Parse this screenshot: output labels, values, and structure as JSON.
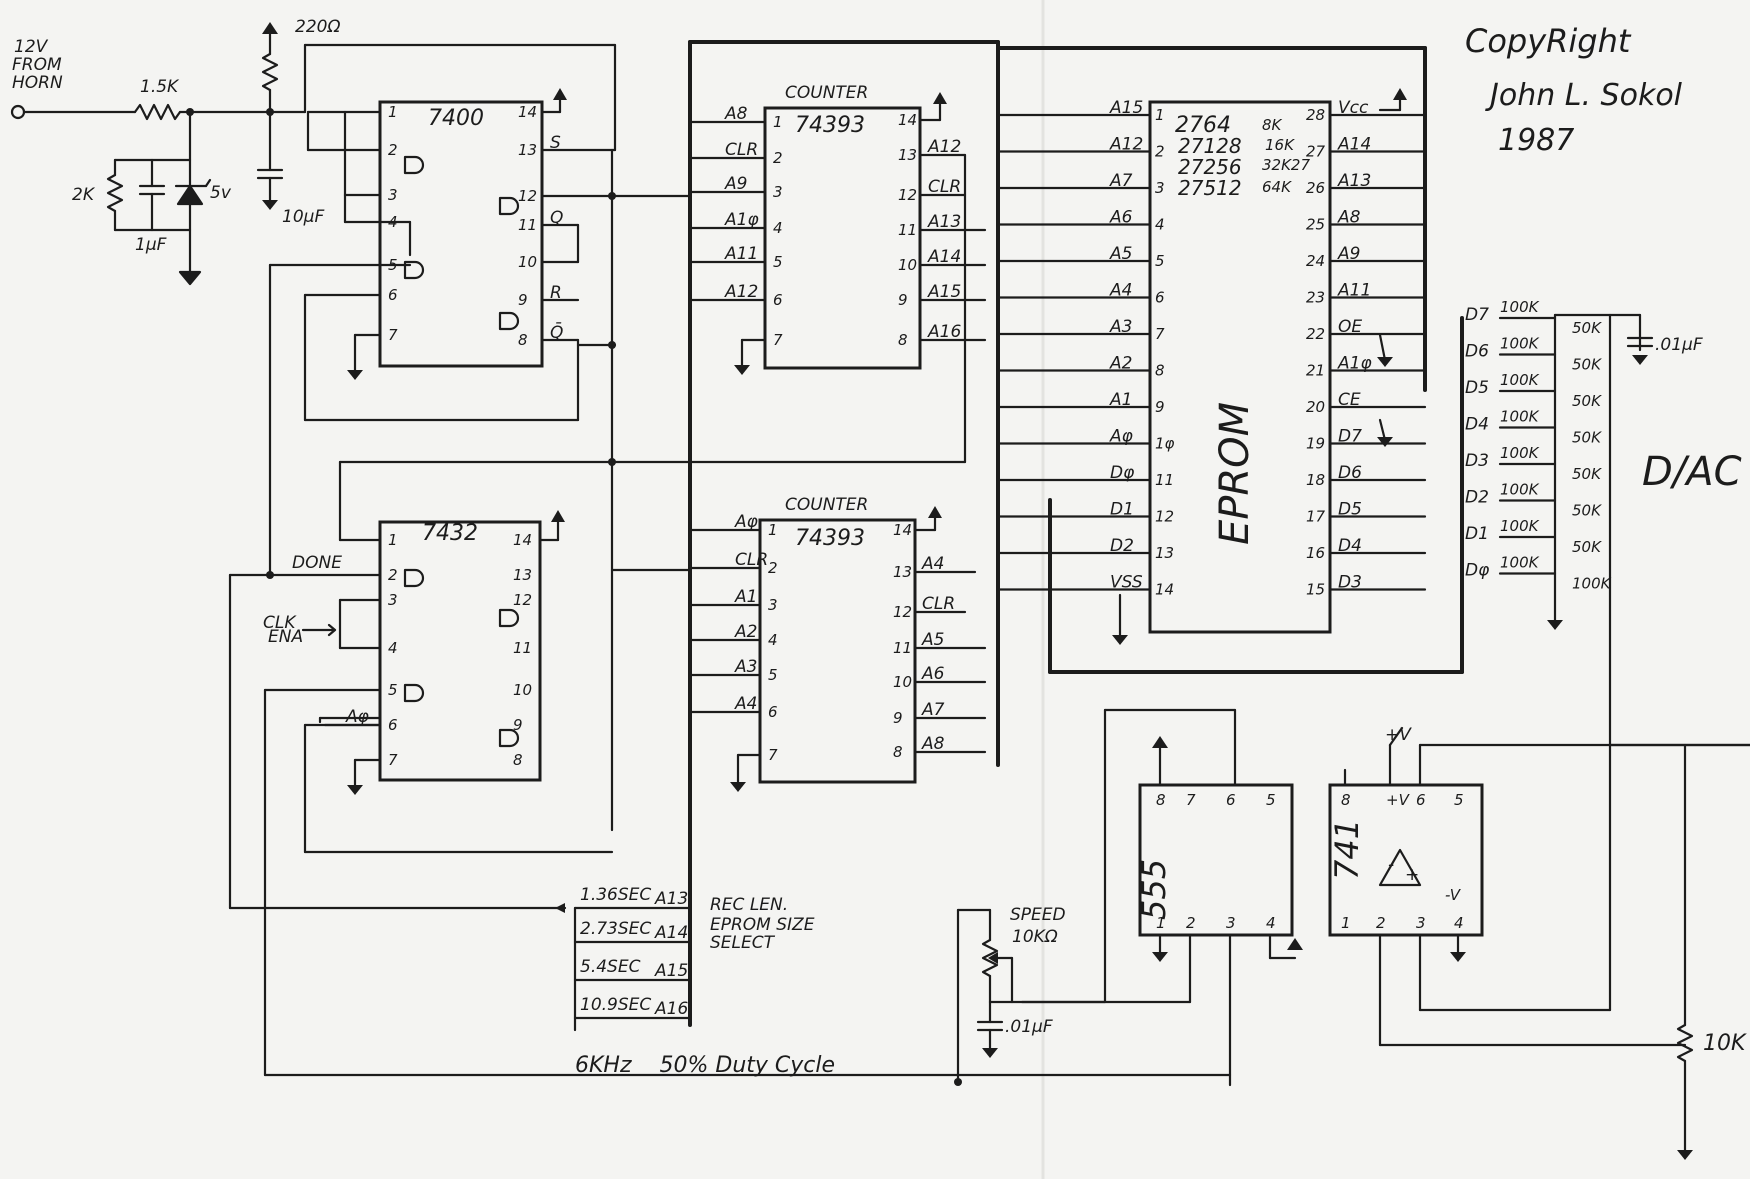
{
  "copyright": [
    "CopyRight",
    "John L. Sokol",
    "1987"
  ],
  "input": [
    "12V",
    "FROM",
    "HORN"
  ],
  "components": {
    "r15k": "1.5K",
    "r2k": "2K",
    "c1uf": "1μF",
    "zener": "5v",
    "r220": "220Ω",
    "c10uf": "10μF",
    "speed": [
      "SPEED",
      "10KΩ"
    ],
    "c01": ".01μF",
    "c01b": ".01μF",
    "r10k": "10K"
  },
  "chips": {
    "u7400": "7400",
    "u7432": "7432",
    "counter1": {
      "title": "COUNTER",
      "part": "74393"
    },
    "counter2": {
      "title": "COUNTER",
      "part": "74393"
    },
    "eprom": {
      "parts": [
        "2764",
        "27128",
        "27256",
        "27512"
      ],
      "sizes": [
        "8K",
        "16K",
        "32K27",
        "64K"
      ],
      "name": "EPROM"
    },
    "u555": "555",
    "u741": "741"
  },
  "signals": {
    "done": "DONE",
    "clk_ena": [
      "CLK",
      "ENA"
    ],
    "a0_out": "Aφ"
  },
  "pins_7400": {
    "left": [
      "1",
      "2",
      "3",
      "4",
      "5",
      "6",
      "7"
    ],
    "right": [
      "14",
      "13",
      "12",
      "11",
      "10",
      "9",
      "8"
    ],
    "right_signals": [
      "S",
      "Q",
      "R",
      "Q̄"
    ]
  },
  "pins_7432": {
    "left": [
      "1",
      "2",
      "3",
      "4",
      "5",
      "6",
      "7"
    ],
    "right": [
      "14",
      "13",
      "12",
      "11",
      "10",
      "9",
      "8"
    ]
  },
  "counter1_pins": {
    "left_nums": [
      "1",
      "2",
      "3",
      "4",
      "5",
      "6",
      "7"
    ],
    "left_sigs": [
      "A8",
      "CLR",
      "A9",
      "A1φ",
      "A11",
      "A12"
    ],
    "right_nums": [
      "14",
      "13",
      "12",
      "11",
      "10",
      "9",
      "8"
    ],
    "right_sigs": [
      "A12",
      "CLR",
      "A13",
      "A14",
      "A15",
      "A16"
    ]
  },
  "counter2_pins": {
    "left_nums": [
      "1",
      "2",
      "3",
      "4",
      "5",
      "6",
      "7"
    ],
    "left_sigs": [
      "Aφ",
      "CLR",
      "A1",
      "A2",
      "A3",
      "A4"
    ],
    "right_nums": [
      "14",
      "13",
      "12",
      "11",
      "10",
      "9",
      "8"
    ],
    "right_sigs": [
      "A4",
      "CLR",
      "A5",
      "A6",
      "A7",
      "A8"
    ]
  },
  "eprom_pins": {
    "left_sigs": [
      "A15",
      "A12",
      "A7",
      "A6",
      "A5",
      "A4",
      "A3",
      "A2",
      "A1",
      "Aφ",
      "Dφ",
      "D1",
      "D2",
      "VSS"
    ],
    "left_nums": [
      "1",
      "2",
      "3",
      "4",
      "5",
      "6",
      "7",
      "8",
      "9",
      "1φ",
      "11",
      "12",
      "13",
      "14"
    ],
    "right_nums": [
      "28",
      "27",
      "26",
      "25",
      "24",
      "23",
      "22",
      "21",
      "20",
      "19",
      "18",
      "17",
      "16",
      "15"
    ],
    "right_sigs": [
      "Vcc",
      "A14",
      "A13",
      "A8",
      "A9",
      "A11",
      "OE",
      "A1φ",
      "CE",
      "D7",
      "D6",
      "D5",
      "D4",
      "D3"
    ]
  },
  "dac": {
    "title": "D/AC",
    "data_labels": [
      "D7",
      "D6",
      "D5",
      "D4",
      "D3",
      "D2",
      "D1",
      "Dφ"
    ],
    "series_r": [
      "100K",
      "100K",
      "100K",
      "100K",
      "100K",
      "100K",
      "100K",
      "100K"
    ],
    "ladder_r": [
      "50K",
      "50K",
      "50K",
      "50K",
      "50K",
      "50K",
      "50K",
      "100K"
    ]
  },
  "pins_555": [
    "8",
    "7",
    "6",
    "5",
    "1",
    "2",
    "3",
    "4"
  ],
  "pins_741": [
    "8",
    "+V",
    "6",
    "5",
    "1",
    "2",
    "3",
    "4",
    "-V"
  ],
  "opamp_signs": [
    "-",
    "+"
  ],
  "plus_v": "+V",
  "rec_len": {
    "options": [
      "1.36SEC",
      "2.73SEC",
      "5.4SEC",
      "10.9SEC"
    ],
    "addr": [
      "A13",
      "A14",
      "A15",
      "A16"
    ],
    "label": [
      "REC LEN.",
      "EPROM SIZE",
      "SELECT"
    ]
  },
  "clock_label": "6KHz    50% Duty Cycle"
}
